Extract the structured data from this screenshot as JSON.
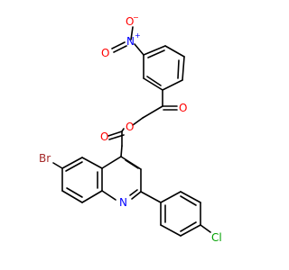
{
  "molecule": {
    "atoms": {
      "O_nitro_top": "O",
      "charge_minus": "−",
      "N_nitro": "N",
      "charge_plus": "+",
      "O_nitro_bottom": "O",
      "O_ketone": "O",
      "O_ester_carbonyl": "O",
      "O_ester_link": "O",
      "Br": "Br",
      "N_quinoline": "N",
      "Cl": "Cl"
    },
    "colors": {
      "bond": "#000000",
      "oxygen": "#ff0000",
      "nitrogen": "#0000ff",
      "bromine": "#a52a2a",
      "chlorine": "#00a000"
    }
  }
}
